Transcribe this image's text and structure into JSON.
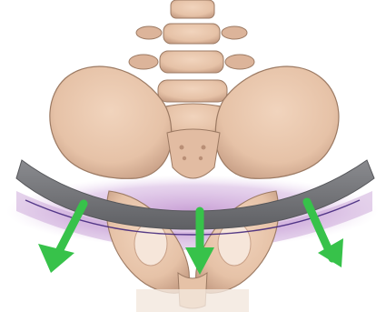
{
  "figure": {
    "subject": "pelvis-illustration",
    "colors": {
      "background": "#ffffff",
      "bone_fill": "#e9c7ad",
      "bone_shadow": "#c9a188",
      "bone_outline": "#9c7a63",
      "belt": "#6f7074",
      "belt_highlight": "#8a8b8f",
      "glow": "#b882c8",
      "line": "#3b1f78",
      "arrow": "#37c24a",
      "arrow_dark": "#2a9d3b"
    },
    "arrows": [
      {
        "name": "left-down-arrow",
        "direction": "down-left"
      },
      {
        "name": "center-down-arrow",
        "direction": "down"
      },
      {
        "name": "right-down-arrow",
        "direction": "down-right"
      }
    ]
  }
}
